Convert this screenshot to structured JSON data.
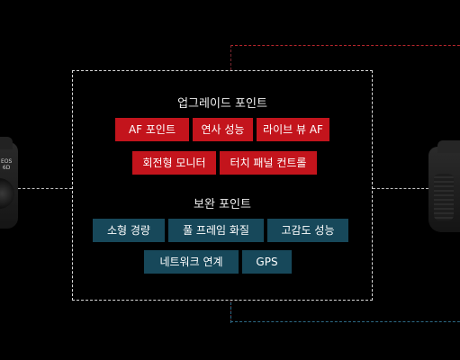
{
  "upgrade": {
    "title": "업그레이드 포인트",
    "tags": [
      "AF 포인트",
      "연사 성능",
      "라이브 뷰 AF",
      "회전형 모니터",
      "터치 패널 컨트롤"
    ]
  },
  "complement": {
    "title": "보완 포인트",
    "tags": [
      "소형 경량",
      "풀 프레임 화질",
      "고감도 성능",
      "네트워크 연계",
      "GPS"
    ]
  },
  "camera_left": {
    "badge": "EOS\n 6D"
  },
  "colors": {
    "background": "#000000",
    "upgrade_tag": "#c3141c",
    "complement_tag": "#17485a",
    "panel_border": "#d8d8d8"
  }
}
